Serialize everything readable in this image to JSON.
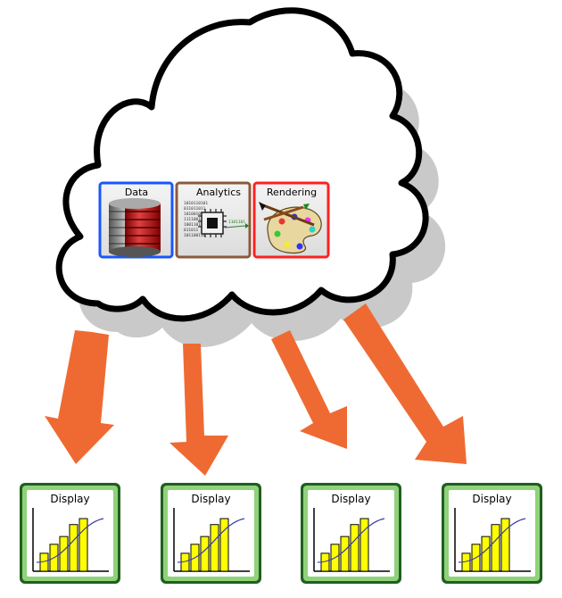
{
  "cloud": {
    "panels": [
      {
        "label": "Data",
        "border_color": "#1a56ff",
        "icon": "database-icon"
      },
      {
        "label": "Analytics",
        "border_color": "#8b5a3c",
        "icon": "cpu-chip-icon"
      },
      {
        "label": "Rendering",
        "border_color": "#ff2020",
        "icon": "paint-palette-icon"
      }
    ],
    "analytics_bits": [
      "1010110101",
      "011011011",
      "10100101",
      "1111001",
      "1001101",
      "011011",
      "101100110"
    ],
    "analytics_output": "1101101"
  },
  "arrows": {
    "color": "#ef6a32",
    "count": 4
  },
  "displays": [
    {
      "label": "Display",
      "bars": [
        0.3,
        0.45,
        0.58,
        0.78,
        0.88
      ]
    },
    {
      "label": "Display",
      "bars": [
        0.3,
        0.45,
        0.58,
        0.78,
        0.88
      ]
    },
    {
      "label": "Display",
      "bars": [
        0.3,
        0.45,
        0.58,
        0.78,
        0.88
      ]
    },
    {
      "label": "Display",
      "bars": [
        0.3,
        0.45,
        0.58,
        0.78,
        0.88
      ]
    }
  ],
  "colors": {
    "display_border": "#1f5f1f",
    "display_inner": "#8fd27a",
    "bar_fill": "#ffff00",
    "curve": "#3a3aa8"
  }
}
